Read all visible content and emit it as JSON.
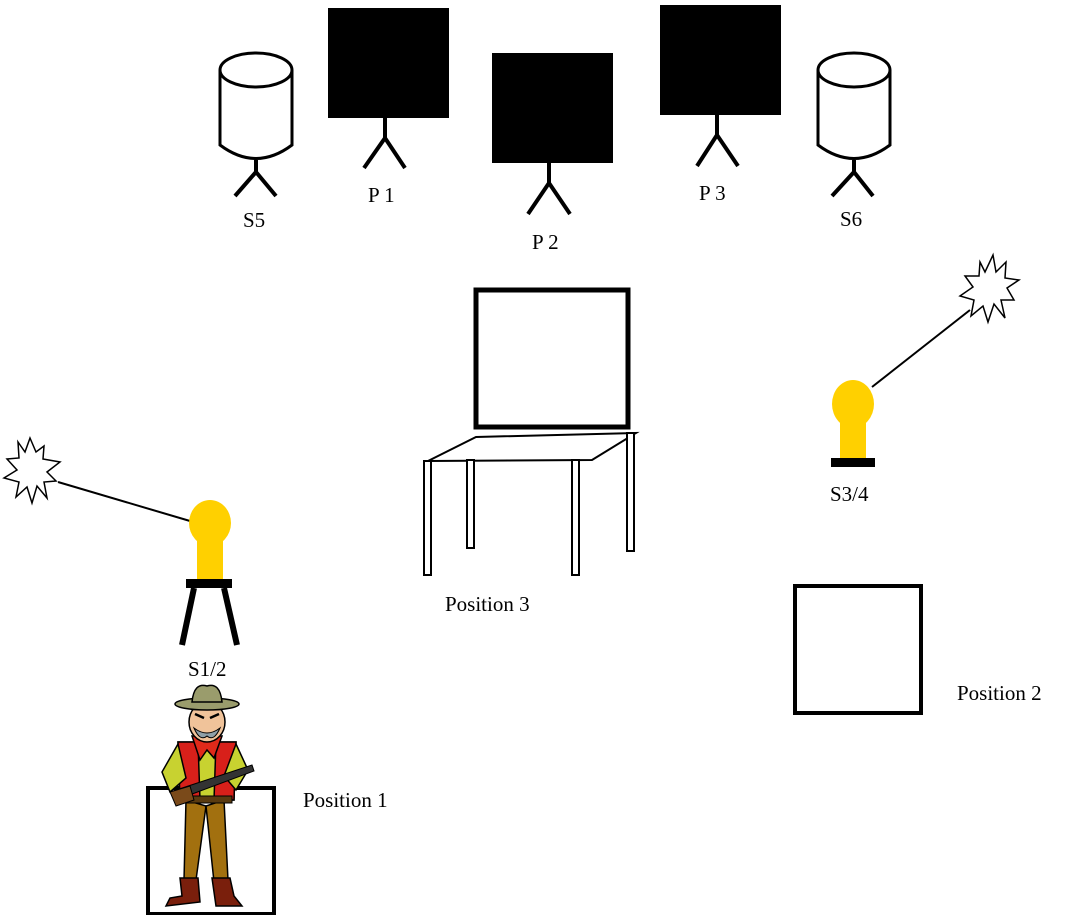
{
  "targets": {
    "s5_label": "S5",
    "p1_label": "P 1",
    "p2_label": "P 2",
    "p3_label": "P 3",
    "s6_label": "S6"
  },
  "stands": {
    "s12_label": "S1/2",
    "s34_label": "S3/4"
  },
  "positions": {
    "position1_label": "Position 1",
    "position2_label": "Position 2",
    "position3_label": "Position 3"
  },
  "colors": {
    "paper_target": "#000000",
    "plate_target": "#ffd000",
    "outline": "#000000"
  }
}
